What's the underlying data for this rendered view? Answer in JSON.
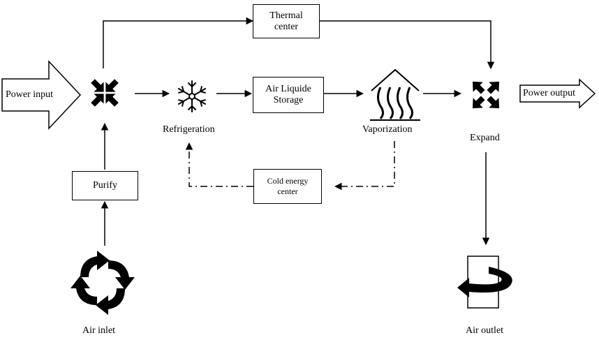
{
  "diagram": {
    "nodes": {
      "thermal_center": "Thermal\ncenter",
      "air_liquide_storage": "Air Liquide\nStorage",
      "cold_energy_center": "Cold energy\ncenter",
      "purify": "Purify"
    },
    "labels": {
      "power_input": "Power input",
      "power_output": "Power output",
      "refrigeration": "Refrigeration",
      "vaporization": "Vaporization",
      "expand": "Expand",
      "air_inlet": "Air inlet",
      "air_outlet": "Air outlet"
    },
    "icons": {
      "compress": "compress-arrows-icon",
      "snowflake": "snowflake-icon",
      "heat": "heat-waves-icon",
      "expand": "expand-arrows-icon",
      "recycle": "circular-arrows-icon",
      "outlet": "curved-arrow-outlet-icon"
    },
    "colors": {
      "ink": "#000000",
      "background": "#ffffff"
    }
  }
}
